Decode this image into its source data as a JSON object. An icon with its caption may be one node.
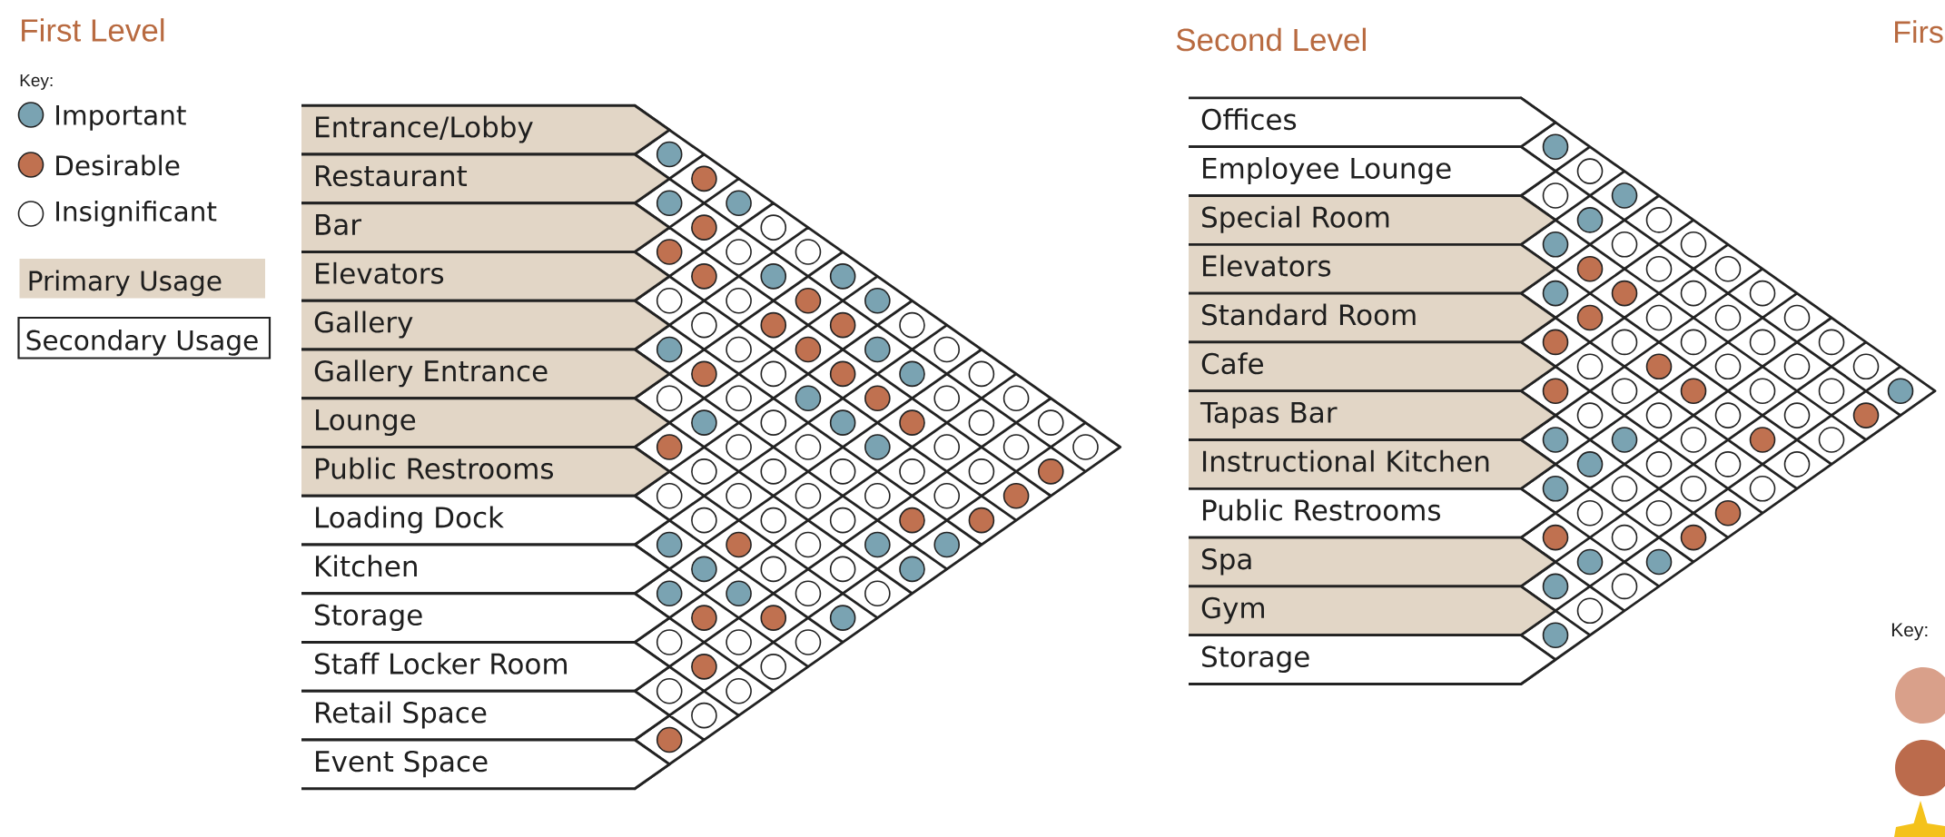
{
  "diagram": {
    "nodes": [
      {
        "text": [
          "Entrance/Lobby"
        ]
      },
      {
        "text": [
          "Restaurant"
        ]
      },
      {
        "text": [
          "Bar"
        ]
      },
      {
        "text": [
          "Elevators"
        ]
      },
      {
        "text": [
          "Gallery"
        ]
      },
      {
        "text": [
          "Gallery Entrance"
        ]
      },
      {
        "text": [
          "Lounge"
        ]
      },
      {
        "text": [
          "Public Restrooms"
        ]
      },
      {
        "text": [
          "Loading Dock"
        ]
      },
      {
        "text": [
          "Kitchen"
        ]
      },
      {
        "text": [
          "Storage"
        ]
      },
      {
        "text": [
          "Staff Locker Room"
        ]
      },
      {
        "text": [
          "Retail Space"
        ]
      },
      {
        "text": [
          "Event Space"
        ]
      },
      {
        "text": [
          "Offices"
        ]
      },
      {
        "text": [
          "Employee Lounge"
        ]
      },
      {
        "text": [
          "Special Room"
        ]
      },
      {
        "text": [
          "Elevators"
        ]
      },
      {
        "text": [
          "Standard Room"
        ]
      },
      {
        "text": [
          "Cafe"
        ]
      },
      {
        "text": [
          "Tapas Bar"
        ]
      },
      {
        "text": [
          "Instructional Kitchen"
        ]
      },
      {
        "text": [
          "Public Restrooms"
        ]
      },
      {
        "text": [
          "Spa"
        ]
      },
      {
        "text": [
          "Gym"
        ]
      },
      {
        "text": [
          "Storage"
        ]
      }
    ],
    "labels": [
      "First Level",
      "Key:",
      "Second Level",
      "Firs",
      "Key:"
    ],
    "legend": [
      {
        "text": "Important",
        "color": "#7aa3b2"
      },
      {
        "text": "Desirable",
        "color": "#c07150"
      },
      {
        "text": "Insignificant"
      },
      {
        "text": "Primary Usage",
        "color": "#e2d6c6"
      },
      {
        "text": "Secondary Usage"
      }
    ]
  }
}
